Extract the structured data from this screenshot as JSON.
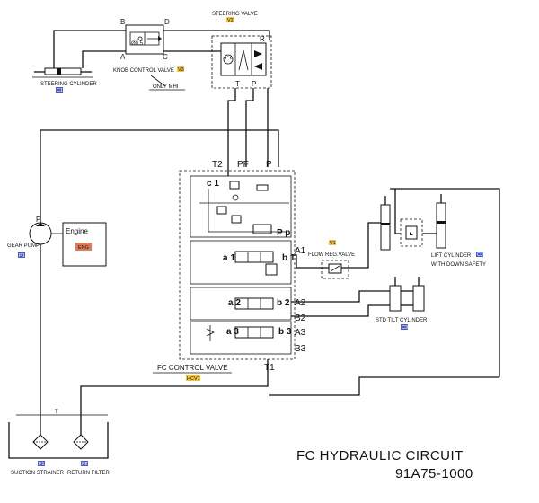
{
  "title": "FC HYDRAULIC CIRCUIT",
  "part_no": "91A75-1000",
  "colors": {
    "tag_yellow": "#f5c542",
    "tag_blue": "#4a5cc9",
    "line": "#111111"
  },
  "components": {
    "steering_valve": {
      "label": "STEERING VALVE",
      "tag": "V2"
    },
    "knob_control_valve": {
      "label": "KNOB CONTROL VALVE",
      "tag": "V3",
      "note": "ONLY MHI",
      "orifice": "Ø0.5"
    },
    "steering_cylinder": {
      "label": "STEERING CYLINDER",
      "tag": "C1"
    },
    "gear_pump": {
      "label": "GEAR PUMP",
      "tag": "P1",
      "port": "P"
    },
    "engine": {
      "label": "Engine",
      "tag": "ENG"
    },
    "fc_control_valve": {
      "label": "FC CONTROL VALVE",
      "tag": "HCV1"
    },
    "flow_reg_valve": {
      "label": "FLOW REG.VALVE",
      "tag": "V1"
    },
    "lift_cylinder": {
      "label_line1": "LIFT CYLINDER",
      "label_line2": "WITH DOWN SAFETY",
      "tag": "C2"
    },
    "tilt_cylinder": {
      "label": "STD TILT CYLINDER",
      "tag": "C3"
    },
    "suction_strainer": {
      "label": "SUCTION STRAINER",
      "tag": "F1"
    },
    "return_filter": {
      "label": "RETURN FILTER",
      "tag": "F2"
    }
  },
  "ports": {
    "knob_B": "B",
    "knob_D": "D",
    "knob_A": "A",
    "knob_C": "C",
    "steer_R": "R",
    "steer_T": "T",
    "steer_P": "P",
    "T2": "T2",
    "PF": "PF",
    "P": "P",
    "Pp": "P p",
    "c1": "c 1",
    "a1": "a 1",
    "b1": "b 1",
    "A1": "A1",
    "a2": "a 2",
    "b2": "b 2",
    "A2": "A2",
    "B2": "B2",
    "a3": "a 3",
    "b3": "b 3",
    "A3": "A3",
    "B3": "B3",
    "T1": "T1",
    "tank_T": "T"
  }
}
